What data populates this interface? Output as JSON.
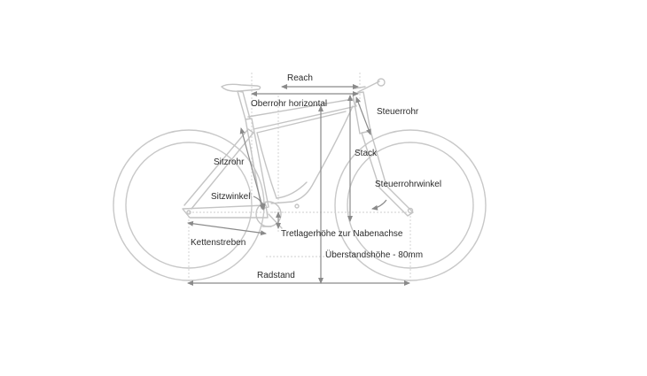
{
  "labels": {
    "reach": "Reach",
    "oberrohr": "Oberrohr horizontal",
    "steuerrohr": "Steuerrohr",
    "sitzrohr": "Sitzrohr",
    "stack": "Stack",
    "sitzwinkel": "Sitzwinkel",
    "steuerrohrwinkel": "Steuerrohrwinkel",
    "kettenstreben": "Kettenstreben",
    "tretlager": "Tretlagerhöhe zur Nabenachse",
    "ueberstand": "Überstandshöhe - 80mm",
    "radstand": "Radstand"
  },
  "colors": {
    "outline": "#c4c4c4",
    "measure": "#8a8a8a",
    "text": "#2b2b2b"
  }
}
